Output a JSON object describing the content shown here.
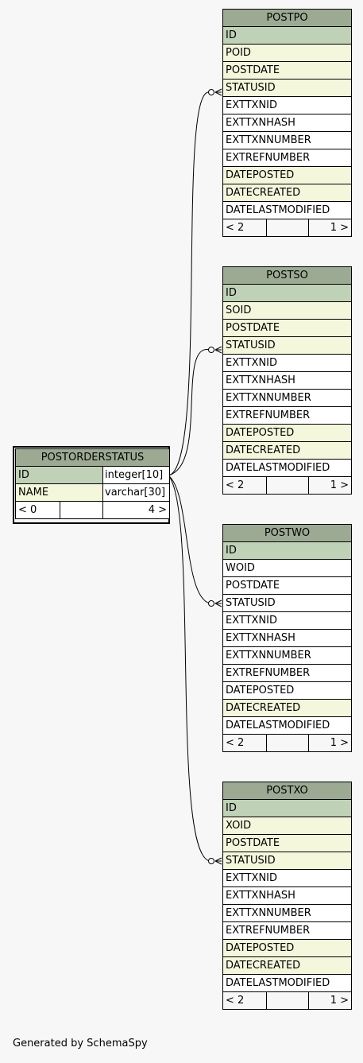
{
  "parent": {
    "name": "POSTORDERSTATUS",
    "columns": [
      {
        "name": "ID",
        "type": "integer[10]",
        "kind": "pk"
      },
      {
        "name": "NAME",
        "type": "varchar[30]",
        "kind": "idx"
      }
    ],
    "footer": {
      "left": "< 0",
      "mid": "",
      "right": "4 >"
    }
  },
  "children": [
    {
      "name": "POSTPO",
      "columns": [
        {
          "name": "ID",
          "kind": "pk"
        },
        {
          "name": "POID",
          "kind": "idx"
        },
        {
          "name": "POSTDATE",
          "kind": "idx"
        },
        {
          "name": "STATUSID",
          "kind": "idx"
        },
        {
          "name": "EXTTXNID",
          "kind": "plain"
        },
        {
          "name": "EXTTXNHASH",
          "kind": "plain"
        },
        {
          "name": "EXTTXNNUMBER",
          "kind": "plain"
        },
        {
          "name": "EXTREFNUMBER",
          "kind": "plain"
        },
        {
          "name": "DATEPOSTED",
          "kind": "idx"
        },
        {
          "name": "DATECREATED",
          "kind": "idx"
        },
        {
          "name": "DATELASTMODIFIED",
          "kind": "plain"
        }
      ],
      "footer": {
        "left": "< 2",
        "mid": "",
        "right": "1 >"
      }
    },
    {
      "name": "POSTSO",
      "columns": [
        {
          "name": "ID",
          "kind": "pk"
        },
        {
          "name": "SOID",
          "kind": "idx"
        },
        {
          "name": "POSTDATE",
          "kind": "idx"
        },
        {
          "name": "STATUSID",
          "kind": "idx"
        },
        {
          "name": "EXTTXNID",
          "kind": "plain"
        },
        {
          "name": "EXTTXNHASH",
          "kind": "plain"
        },
        {
          "name": "EXTTXNNUMBER",
          "kind": "plain"
        },
        {
          "name": "EXTREFNUMBER",
          "kind": "plain"
        },
        {
          "name": "DATEPOSTED",
          "kind": "idx"
        },
        {
          "name": "DATECREATED",
          "kind": "idx"
        },
        {
          "name": "DATELASTMODIFIED",
          "kind": "plain"
        }
      ],
      "footer": {
        "left": "< 2",
        "mid": "",
        "right": "1 >"
      }
    },
    {
      "name": "POSTWO",
      "columns": [
        {
          "name": "ID",
          "kind": "pk"
        },
        {
          "name": "WOID",
          "kind": "plain"
        },
        {
          "name": "POSTDATE",
          "kind": "plain"
        },
        {
          "name": "STATUSID",
          "kind": "plain"
        },
        {
          "name": "EXTTXNID",
          "kind": "plain"
        },
        {
          "name": "EXTTXNHASH",
          "kind": "plain"
        },
        {
          "name": "EXTTXNNUMBER",
          "kind": "plain"
        },
        {
          "name": "EXTREFNUMBER",
          "kind": "plain"
        },
        {
          "name": "DATEPOSTED",
          "kind": "plain"
        },
        {
          "name": "DATECREATED",
          "kind": "idx"
        },
        {
          "name": "DATELASTMODIFIED",
          "kind": "plain"
        }
      ],
      "footer": {
        "left": "< 2",
        "mid": "",
        "right": "1 >"
      }
    },
    {
      "name": "POSTXO",
      "columns": [
        {
          "name": "ID",
          "kind": "pk"
        },
        {
          "name": "XOID",
          "kind": "idx"
        },
        {
          "name": "POSTDATE",
          "kind": "idx"
        },
        {
          "name": "STATUSID",
          "kind": "idx"
        },
        {
          "name": "EXTTXNID",
          "kind": "plain"
        },
        {
          "name": "EXTTXNHASH",
          "kind": "plain"
        },
        {
          "name": "EXTTXNNUMBER",
          "kind": "plain"
        },
        {
          "name": "EXTREFNUMBER",
          "kind": "plain"
        },
        {
          "name": "DATEPOSTED",
          "kind": "idx"
        },
        {
          "name": "DATECREATED",
          "kind": "idx"
        },
        {
          "name": "DATELASTMODIFIED",
          "kind": "plain"
        }
      ],
      "footer": {
        "left": "< 2",
        "mid": "",
        "right": "1 >"
      }
    }
  ],
  "footer_text": "Generated by SchemaSpy",
  "colors": {
    "header": "#9caa93",
    "primary_key": "#bfd1b7",
    "indexed": "#f4f7dc",
    "plain": "#ffffff",
    "background": "#f7f7f7"
  }
}
